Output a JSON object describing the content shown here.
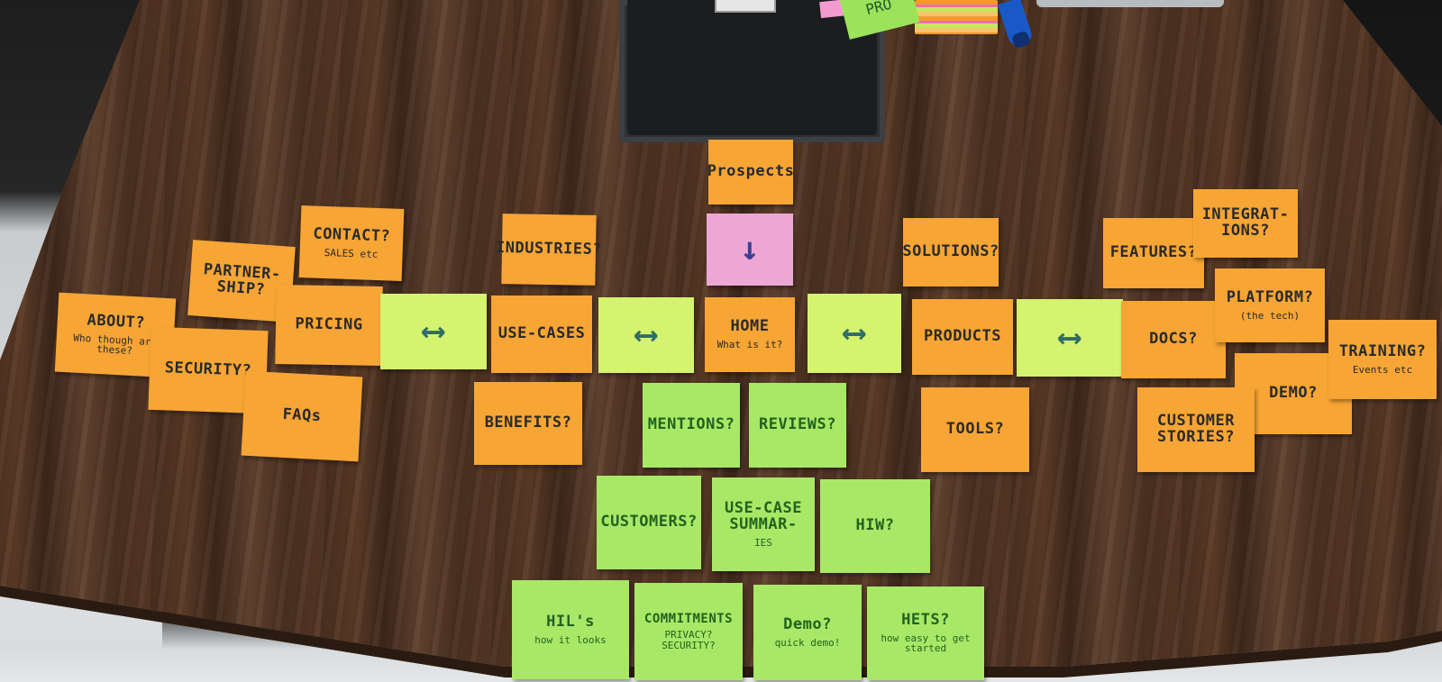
{
  "notes": [
    {
      "id": "prospects",
      "main": "Prospects",
      "sub": ""
    },
    {
      "id": "down",
      "main": "↓",
      "sub": ""
    },
    {
      "id": "home",
      "main": "HOME",
      "sub": "What is it?"
    },
    {
      "id": "industries",
      "main": "INDUSTRIES?",
      "sub": ""
    },
    {
      "id": "use-cases",
      "main": "USE-CASES",
      "sub": ""
    },
    {
      "id": "benefits",
      "main": "BENEFITS?",
      "sub": ""
    },
    {
      "id": "contact",
      "main": "CONTACT?",
      "sub": "SALES etc"
    },
    {
      "id": "partnership",
      "main": "PARTNER-SHIP?",
      "sub": ""
    },
    {
      "id": "pricing",
      "main": "PRICING",
      "sub": ""
    },
    {
      "id": "about",
      "main": "ABOUT?",
      "sub": "Who though are these?"
    },
    {
      "id": "security",
      "main": "SECURITY?",
      "sub": ""
    },
    {
      "id": "faqs",
      "main": "FAQs",
      "sub": ""
    },
    {
      "id": "arrow-1",
      "main": "⟷",
      "sub": ""
    },
    {
      "id": "arrow-2",
      "main": "⟷",
      "sub": ""
    },
    {
      "id": "arrow-3",
      "main": "⟷",
      "sub": ""
    },
    {
      "id": "arrow-4",
      "main": "⟷",
      "sub": ""
    },
    {
      "id": "solutions",
      "main": "SOLUTIONS?",
      "sub": ""
    },
    {
      "id": "products",
      "main": "PRODUCTS",
      "sub": ""
    },
    {
      "id": "tools",
      "main": "TOOLS?",
      "sub": ""
    },
    {
      "id": "features",
      "main": "FEATURES?",
      "sub": ""
    },
    {
      "id": "integrations",
      "main": "INTEGRAT-IONS?",
      "sub": ""
    },
    {
      "id": "docs",
      "main": "DOCS?",
      "sub": ""
    },
    {
      "id": "platform",
      "main": "PLATFORM?",
      "sub": "(the tech)"
    },
    {
      "id": "demo-right",
      "main": "DEMO?",
      "sub": ""
    },
    {
      "id": "training",
      "main": "TRAINING?",
      "sub": "Events etc"
    },
    {
      "id": "customer-stories",
      "main": "CUSTOMER STORIES?",
      "sub": ""
    },
    {
      "id": "mentions",
      "main": "MENTIONS?",
      "sub": ""
    },
    {
      "id": "reviews",
      "main": "REVIEWS?",
      "sub": ""
    },
    {
      "id": "customers",
      "main": "CUSTOMERS?",
      "sub": ""
    },
    {
      "id": "use-case-summaries",
      "main": "USE-CASE SUMMAR-",
      "sub": "IES"
    },
    {
      "id": "hiw",
      "main": "HIW?",
      "sub": ""
    },
    {
      "id": "hil",
      "main": "HIL's",
      "sub": "how it looks"
    },
    {
      "id": "commitments",
      "main": "COMMITMENTS",
      "sub": "PRIVACY? SECURITY?"
    },
    {
      "id": "demo-bottom",
      "main": "Demo?",
      "sub": "quick demo!"
    },
    {
      "id": "hets",
      "main": "HETS?",
      "sub": "how easy to get started"
    }
  ],
  "top_note": "PRO"
}
